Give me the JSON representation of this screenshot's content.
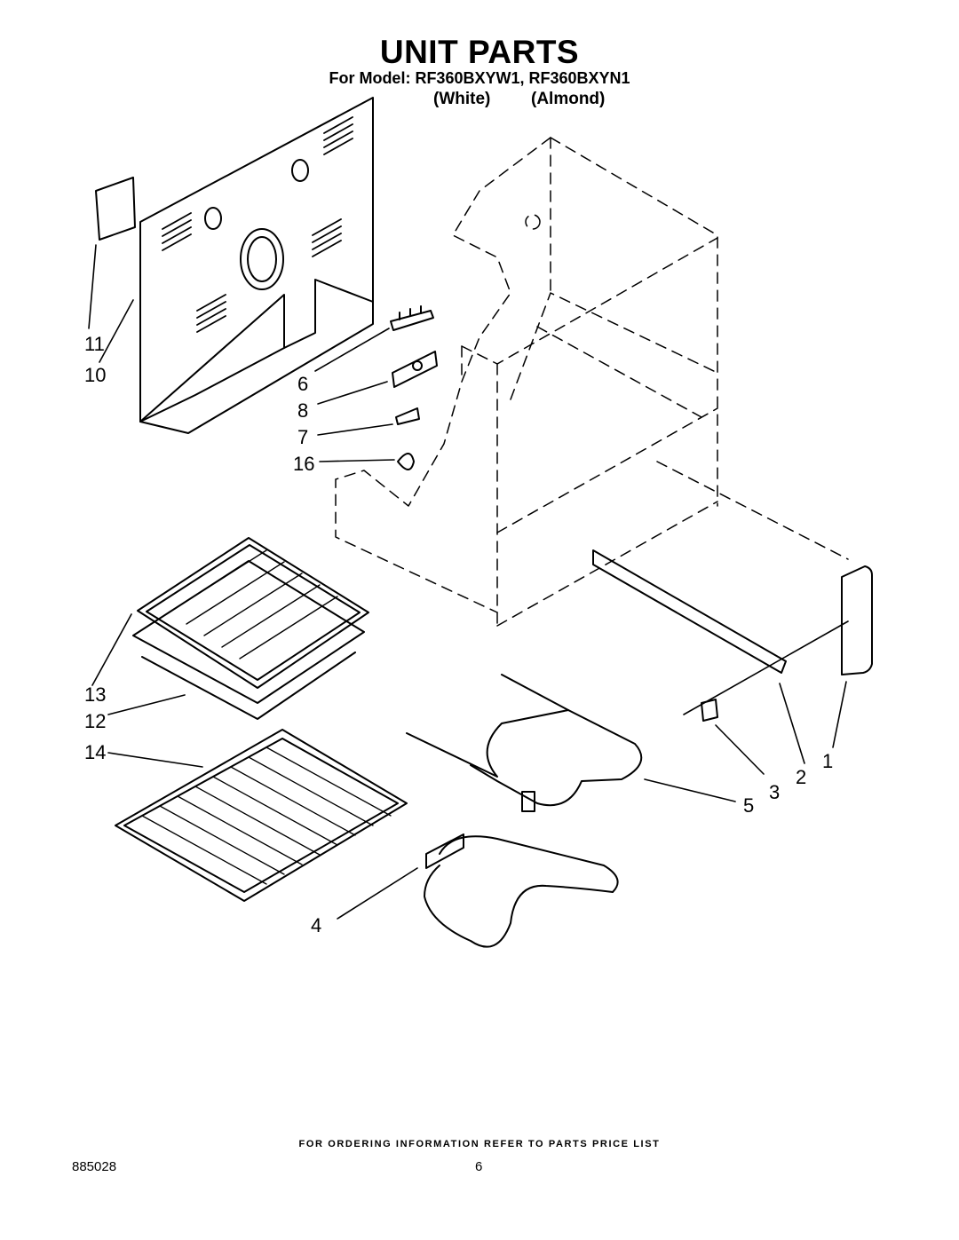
{
  "header": {
    "title": "UNIT PARTS",
    "model_line": "For Model: RF360BXYW1, RF360BXYN1",
    "colors": [
      "(White)",
      "(Almond)"
    ]
  },
  "callouts": [
    "1",
    "2",
    "3",
    "4",
    "5",
    "6",
    "7",
    "8",
    "10",
    "11",
    "12",
    "13",
    "14",
    "16"
  ],
  "footer": {
    "note": "FOR ORDERING INFORMATION REFER TO PARTS PRICE LIST",
    "doc_number": "885028",
    "page_number": "6"
  }
}
